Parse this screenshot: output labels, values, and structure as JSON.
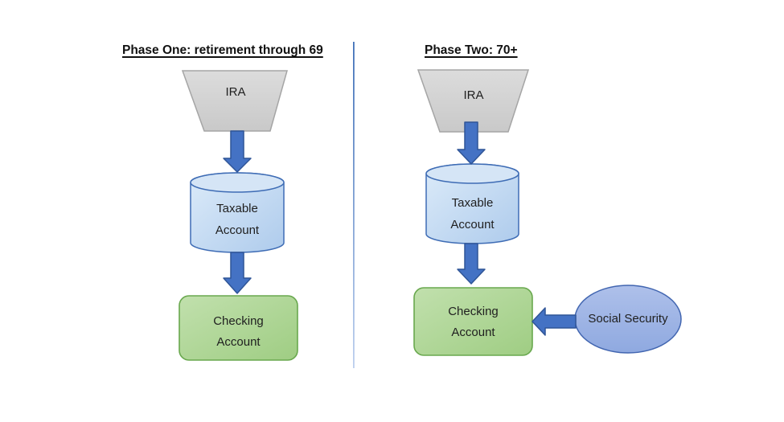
{
  "colors": {
    "background": "#ffffff",
    "text": "#1f1f1f",
    "title_text": "#111111",
    "arrow_fill": "#4472c4",
    "arrow_stroke": "#2f5597",
    "funnel_fill_light": "#dcdcdc",
    "funnel_fill_dark": "#c9c9c9",
    "funnel_stroke": "#a5a5a5",
    "cylinder_fill_light": "#dcebf9",
    "cylinder_fill_dark": "#aecbec",
    "cylinder_top_fill": "#d5e5f6",
    "cylinder_stroke": "#3e6cb5",
    "box_fill_light": "#c1e0ad",
    "box_fill_dark": "#9fcd83",
    "box_stroke": "#69a84e",
    "ellipse_fill_light": "#aec0ea",
    "ellipse_fill_dark": "#8fa9e0",
    "ellipse_stroke": "#4165b0",
    "divider_top": "#4070b8",
    "divider_bottom": "#bccfee"
  },
  "panels": [
    {
      "title": "Phase One: retirement through 69",
      "funnel_label": "IRA",
      "cylinder_label_line1": "Taxable",
      "cylinder_label_line2": "Account",
      "box_label_line1": "Checking",
      "box_label_line2": "Account"
    },
    {
      "title": "Phase Two: 70+",
      "funnel_label": "IRA",
      "cylinder_label_line1": "Taxable",
      "cylinder_label_line2": "Account",
      "box_label_line1": "Checking",
      "box_label_line2": "Account",
      "ellipse_label": "Social Security"
    }
  ]
}
